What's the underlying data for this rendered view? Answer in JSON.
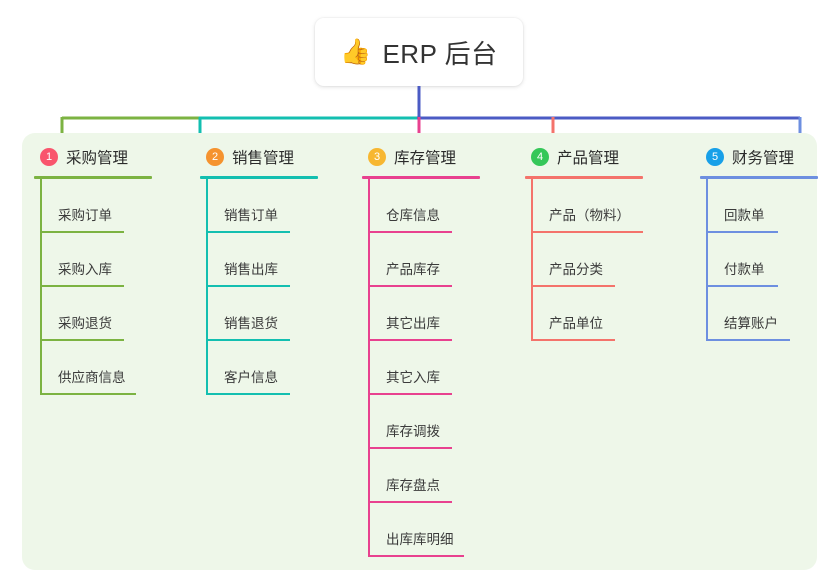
{
  "root": {
    "icon": "thumbs-up-icon",
    "icon_glyph": "👍",
    "title": "ERP 后台"
  },
  "colors": {
    "panel_background": "#eef7e9",
    "page_background": "#ffffff",
    "trunk_line": "#4b5bc4",
    "column_1": "#7cb342",
    "column_2": "#13bfb0",
    "column_3": "#e8418f",
    "column_4": "#f4736b",
    "column_5": "#6d8fe0",
    "badge_1": "#f9556d",
    "badge_2": "#f5932f",
    "badge_3": "#f7b731",
    "badge_4": "#35c759",
    "badge_5": "#18a0e8",
    "text": "#3b3b3b"
  },
  "columns": [
    {
      "index": "1",
      "badge": "1",
      "badge_color": "#f9556d",
      "line_color": "#7cb342",
      "title": "采购管理",
      "rule_width": 118,
      "items": [
        {
          "label": "采购订单",
          "rule_width": 84
        },
        {
          "label": "采购入库",
          "rule_width": 84
        },
        {
          "label": "采购退货",
          "rule_width": 84
        },
        {
          "label": "供应商信息",
          "rule_width": 96
        }
      ]
    },
    {
      "index": "2",
      "badge": "2",
      "badge_color": "#f5932f",
      "line_color": "#13bfb0",
      "title": "销售管理",
      "rule_width": 118,
      "items": [
        {
          "label": "销售订单",
          "rule_width": 84
        },
        {
          "label": "销售出库",
          "rule_width": 84
        },
        {
          "label": "销售退货",
          "rule_width": 84
        },
        {
          "label": "客户信息",
          "rule_width": 84
        }
      ]
    },
    {
      "index": "3",
      "badge": "3",
      "badge_color": "#f7b731",
      "line_color": "#e8418f",
      "title": "库存管理",
      "rule_width": 118,
      "items": [
        {
          "label": "仓库信息",
          "rule_width": 84
        },
        {
          "label": "产品库存",
          "rule_width": 84
        },
        {
          "label": "其它出库",
          "rule_width": 84
        },
        {
          "label": "其它入库",
          "rule_width": 84
        },
        {
          "label": "库存调拨",
          "rule_width": 84
        },
        {
          "label": "库存盘点",
          "rule_width": 84
        },
        {
          "label": "出库库明细",
          "rule_width": 96
        }
      ]
    },
    {
      "index": "4",
      "badge": "4",
      "badge_color": "#35c759",
      "line_color": "#f4736b",
      "title": "产品管理",
      "rule_width": 118,
      "items": [
        {
          "label": "产品（物料）",
          "rule_width": 112
        },
        {
          "label": "产品分类",
          "rule_width": 84
        },
        {
          "label": "产品单位",
          "rule_width": 84
        }
      ]
    },
    {
      "index": "5",
      "badge": "5",
      "badge_color": "#18a0e8",
      "line_color": "#6d8fe0",
      "title": "财务管理",
      "rule_width": 118,
      "items": [
        {
          "label": "回款单",
          "rule_width": 72
        },
        {
          "label": "付款单",
          "rule_width": 72
        },
        {
          "label": "结算账户",
          "rule_width": 84
        }
      ]
    }
  ]
}
